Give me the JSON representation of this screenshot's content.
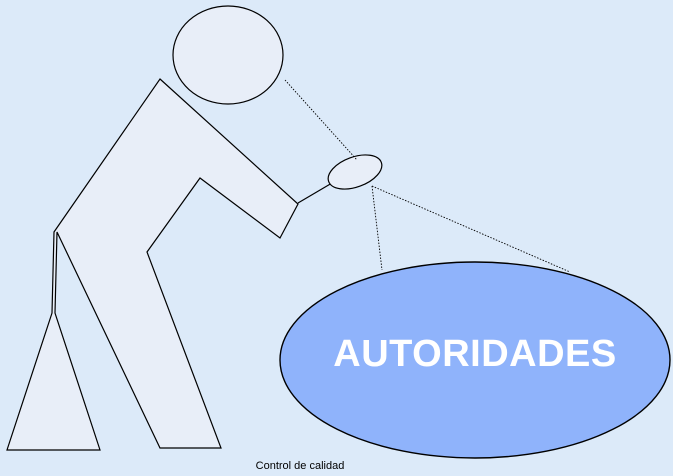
{
  "diagram": {
    "ellipse_label": "AUTORIDADES",
    "caption": "Control de calidad"
  },
  "colors": {
    "background": "#dceaf9",
    "figure_fill": "#e8eef8",
    "outline": "#000000",
    "ellipse_fill": "#8fb3fb",
    "label_text": "#ffffff"
  },
  "icons": [
    "person-figure",
    "magnifying-glass",
    "sight-lines"
  ]
}
